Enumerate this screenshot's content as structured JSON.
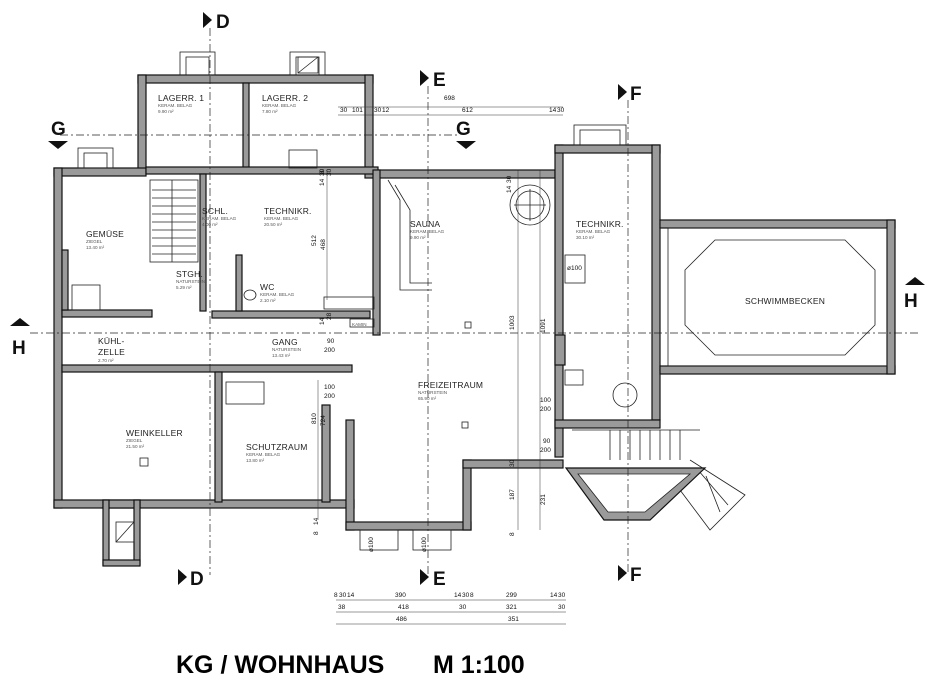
{
  "title": "KG / WOHNHAUS",
  "scale": "M 1:100",
  "sections": {
    "d": "D",
    "e": "E",
    "f": "F",
    "g": "G",
    "h": "H"
  },
  "rooms": {
    "lager1": {
      "name": "LAGERR. 1",
      "floor": "KERAM. BELAG",
      "area": "9.90 m²"
    },
    "lager2": {
      "name": "LAGERR. 2",
      "floor": "KERAM. BELAG",
      "area": "7.80 m²"
    },
    "gemuese": {
      "name": "GEMÜSE",
      "floor": "ZIEGEL",
      "area": "13.40 m²"
    },
    "schl": {
      "name": "SCHL.",
      "floor": "KERAM. BELAG",
      "area": "4.00 m²"
    },
    "technik1": {
      "name": "TECHNIKR.",
      "floor": "KERAM. BELAG",
      "area": "20.50 m²"
    },
    "stgh": {
      "name": "STGH.",
      "floor": "NATURSTEIN",
      "area": "5.29 m²"
    },
    "wc": {
      "name": "WC",
      "floor": "KERAM. BELAG",
      "area": "2.10 m²"
    },
    "sauna": {
      "name": "SAUNA",
      "floor": "KERAM. BELAG",
      "area": "9.90 m²"
    },
    "technik2": {
      "name": "TECHNIKR.",
      "floor": "KERAM. BELAG",
      "area": "30.10 m²"
    },
    "schwimmbecken": {
      "name": "SCHWIMMBECKEN"
    },
    "kuehl": {
      "name1": "KÜHL-",
      "name2": "ZELLE",
      "area": "2.70 m²"
    },
    "gang": {
      "name": "GANG",
      "floor": "NATURSTEIN",
      "area": "13.43 m²"
    },
    "freizeit": {
      "name": "FREIZEITRAUM",
      "floor": "NATURSTEIN",
      "area": "65.90 m²"
    },
    "weinkeller": {
      "name": "WEINKELLER",
      "floor": "ZIEGEL",
      "area": "21.50 m²"
    },
    "schutzraum": {
      "name": "SCHUTZRAUM",
      "floor": "KERAM. BELAG",
      "area": "13.80 m²"
    }
  },
  "labels": {
    "kamin": "KAMIN",
    "pipe": "ø100"
  },
  "dims": {
    "top": [
      "698",
      "30",
      "101",
      "30",
      "12",
      "612",
      "14",
      "30"
    ],
    "vertical": [
      "30",
      "14",
      "8",
      "30",
      "512",
      "468",
      "28",
      "14",
      "810",
      "724",
      "14",
      "8",
      "30",
      "14",
      "1003",
      "1091",
      "187",
      "231",
      "8",
      "30"
    ],
    "doors": [
      "90",
      "200",
      "100",
      "200",
      "100",
      "200",
      "90",
      "200"
    ],
    "row1": [
      "8",
      "30",
      "14",
      "390",
      "14",
      "30",
      "8",
      "299",
      "14",
      "30"
    ],
    "row2": [
      "38",
      "418",
      "30",
      "321",
      "30"
    ],
    "row3": [
      "486",
      "351"
    ]
  }
}
